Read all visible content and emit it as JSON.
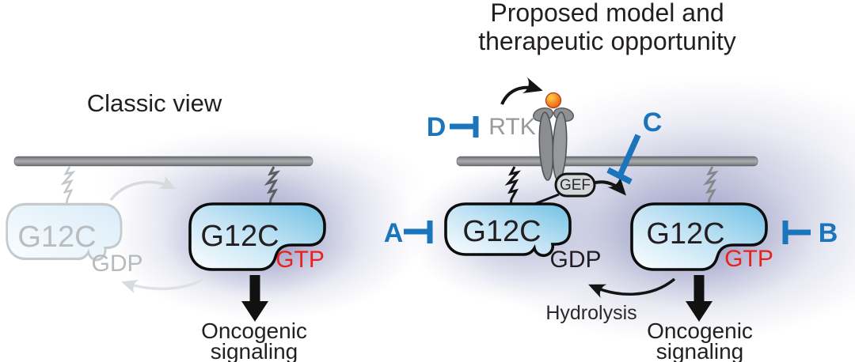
{
  "figure": {
    "classic": {
      "title": "Classic view",
      "inactive_state": {
        "protein": "G12C",
        "nucleotide": "GDP"
      },
      "active_state": {
        "protein": "G12C",
        "nucleotide": "GTP"
      },
      "outcome": {
        "line1": "Oncogenic",
        "line2": "signaling"
      }
    },
    "proposed": {
      "title": {
        "line1": "Proposed model and",
        "line2": "therapeutic opportunity"
      },
      "receptor_label": "RTK",
      "exchange_factor_label": "GEF",
      "inactive_state": {
        "protein": "G12C",
        "nucleotide": "GDP"
      },
      "active_state": {
        "protein": "G12C",
        "nucleotide": "GTP"
      },
      "hydrolysis_label": "Hydrolysis",
      "outcome": {
        "line1": "Oncogenic",
        "line2": "signaling"
      },
      "inhibitors": {
        "a": "A",
        "b": "B",
        "c": "C",
        "d": "D"
      }
    },
    "colors": {
      "inhibitor_blue": "#1b75bc",
      "gtp_red": "#e8211d",
      "blob_blue": "#74c3e6",
      "membrane_gray": "#808285",
      "faded_gray": "#b9bdc0",
      "text_black": "#231f20",
      "glow_purple": "#63679f",
      "ligand_orange": "#f26b21"
    }
  }
}
